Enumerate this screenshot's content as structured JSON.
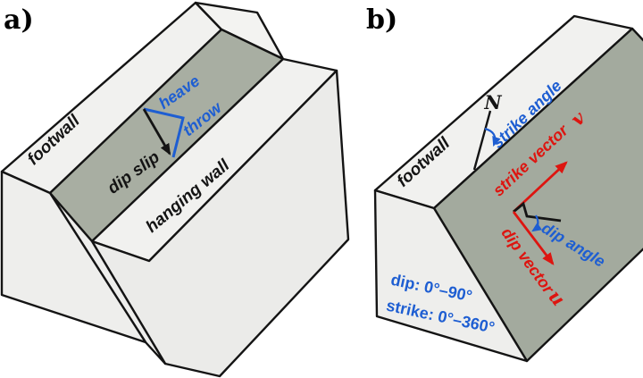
{
  "figure": {
    "description": "Two-panel 3D block diagram of a normal fault: panel a shows fault displacement components, panel b shows strike and dip geometry",
    "colors": {
      "fault_plane_a": "#a8aea2",
      "fault_plane_b": "#a3aa9e",
      "block_face_light": "#eeeeec",
      "annotation_blue": "#1e5ed2",
      "annotation_red": "#dd1510",
      "outline_black": "#141414",
      "background": "#ffffff"
    },
    "panel_a": {
      "label": "a)",
      "footwall_label": "footwall",
      "hanging_wall_label": "hanging wall",
      "dip_slip_label": "dip slip",
      "heave_label": "heave",
      "throw_label": "throw"
    },
    "panel_b": {
      "label": "b)",
      "footwall_label": "footwall",
      "north_label": "N",
      "strike_angle_label": "strike angle",
      "dip_angle_label": "dip angle",
      "strike_vector_label": "strike vector",
      "strike_vector_symbol": "v",
      "dip_vector_label": "dip vector",
      "dip_vector_symbol": "u",
      "dip_range_label": "dip: 0°–90°",
      "strike_range_label": "strike: 0°–360°"
    }
  }
}
